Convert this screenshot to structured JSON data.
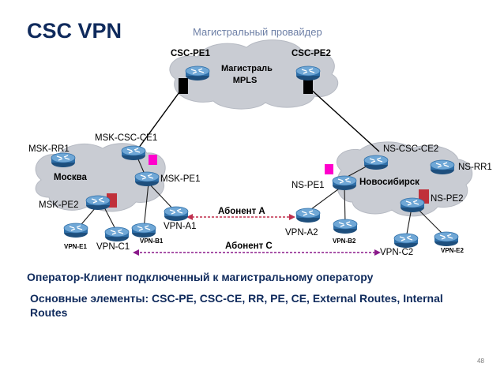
{
  "title": "CSC VPN",
  "subtitle": "Магистральный  провайдер",
  "backbone": {
    "cloud_label_line1": "Магистраль",
    "cloud_label_line2": "MPLS"
  },
  "nodes": {
    "csc_pe1": "CSC-PE1",
    "csc_pe2": "CSC-PE2",
    "msk_csc_ce1": "MSK-CSC-CE1",
    "msk_rr1": "MSK-RR1",
    "moscow": "Москва",
    "msk_pe1": "MSK-PE1",
    "msk_pe2": "MSK-PE2",
    "vpn_e1": "VPN-E1",
    "vpn_c1": "VPN-C1",
    "vpn_b1": "VPN-B1",
    "vpn_a1": "VPN-A1",
    "ns_csc_ce2": "NS-CSC-CE2",
    "ns_rr1": "NS-RR1",
    "ns_pe1": "NS-PE1",
    "novosibirsk": "Новосибирск",
    "ns_pe2": "NS-PE2",
    "vpn_a2": "VPN-A2",
    "vpn_b2": "VPN-B2",
    "vpn_c2": "VPN-C2",
    "vpn_e2": "VPN-E2"
  },
  "links": {
    "subscriber_a": "Абонент A",
    "subscriber_c": "Абонент C"
  },
  "bottom_line1": "Оператор-Клиент подключенный к магистральному оператору",
  "bottom_line2": "Основные элементы: CSC-PE, CSC-CE, RR, PE, CE, External Routes, Internal Routes",
  "page_number": "48",
  "colors": {
    "title": "#0f2a5c",
    "subtitle": "#6d7fa6",
    "cloud": "#c9ccd3",
    "router_body": "#2f6fa8",
    "router_top": "#6fa7d6",
    "link_red": "#c0304f",
    "link_purple": "#8b1a8b",
    "vrf_magenta": "#ff00cc",
    "vrf_red": "#c0303a",
    "backbone_box": "#000000"
  },
  "icons": [
    "router-icon",
    "vrf-marker-icon",
    "interface-box-icon",
    "cloud-shape"
  ]
}
